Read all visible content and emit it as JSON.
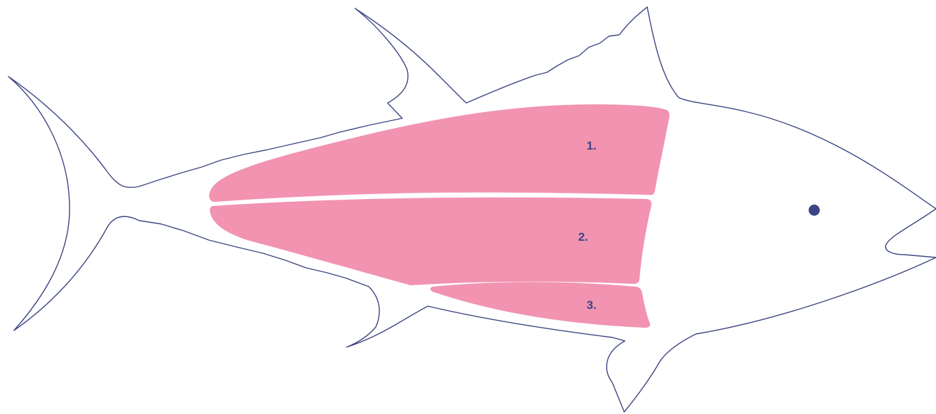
{
  "diagram": {
    "colors": {
      "outline": "#3b4582",
      "cut_fill": "#f193b1",
      "label": "#3b4582",
      "eye": "#3b4582",
      "background": "#ffffff"
    },
    "cuts": [
      {
        "id": "cut-1",
        "label": "1."
      },
      {
        "id": "cut-2",
        "label": "2."
      },
      {
        "id": "cut-3",
        "label": "3."
      }
    ]
  }
}
